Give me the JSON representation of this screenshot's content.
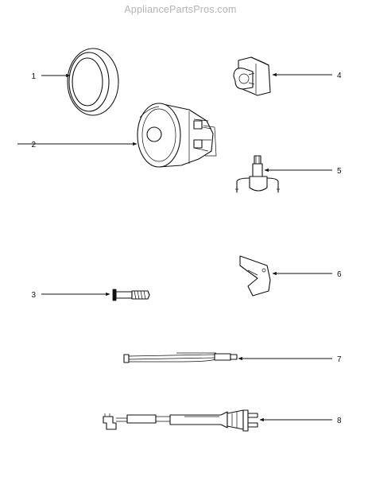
{
  "watermark": "AppliancePartsPros.com",
  "parts": [
    {
      "number": "1",
      "name": "ring"
    },
    {
      "number": "2",
      "name": "motor"
    },
    {
      "number": "3",
      "name": "bolt"
    },
    {
      "number": "4",
      "name": "bracket"
    },
    {
      "number": "5",
      "name": "bulb-socket"
    },
    {
      "number": "6",
      "name": "clip"
    },
    {
      "number": "7",
      "name": "wire-harness"
    },
    {
      "number": "8",
      "name": "power-cord"
    }
  ]
}
